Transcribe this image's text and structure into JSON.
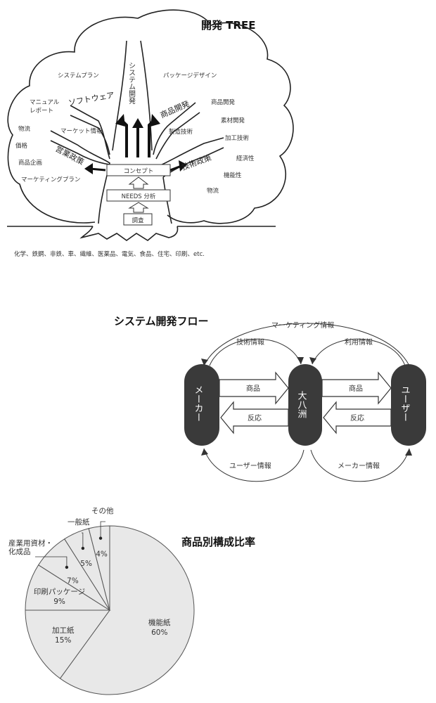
{
  "tree": {
    "title": "開発 TREE",
    "trunk": "システム開発",
    "branches": {
      "software": "ソフトウェア",
      "product_dev": "商品開発",
      "sales_policy": "営業政策",
      "tech_policy": "技術政策"
    },
    "canopy_labels": {
      "system_plan": "システムプラン",
      "package_design": "パッケージデザイン",
      "manual": "マニュアル",
      "report": "レポート",
      "logistics_left": "物流",
      "price": "価格",
      "product_planning": "商品企画",
      "marketing_plan": "マーケティングプラン",
      "market_info": "マーケット情報",
      "product_dev_r": "商品開発",
      "material_dev": "素材開発",
      "processing_tech": "加工技術",
      "manufacturing_tech": "製造技術",
      "economy": "経済性",
      "functionality": "機能性",
      "logistics_right": "物流"
    },
    "boxes": {
      "concept": "コンセプト",
      "needs": "NEEDS 分析",
      "survey": "調査"
    },
    "roots_caption": "化学、鉄鋼、非鉄、車、繊維、医薬品、電気、食品、住宅、印刷、etc."
  },
  "flow": {
    "title": "システム開発フロー",
    "nodes": {
      "maker": "メーカー",
      "center": "大八洲",
      "user": "ユーザー"
    },
    "arrows": {
      "marketing_info": "マーケティング情報",
      "tech_info": "技術情報",
      "usage_info": "利用情報",
      "product_left": "商品",
      "product_right": "商品",
      "reaction_left": "反応",
      "reaction_right": "反応",
      "user_info": "ユーザー情報",
      "maker_info": "メーカー情報"
    }
  },
  "pie": {
    "title": "商品別構成比率",
    "colors": {
      "fill": "#e8e8e8",
      "stroke": "#555555"
    }
  },
  "chart_data": {
    "type": "pie",
    "title": "商品別構成比率",
    "slices": [
      {
        "label": "機能紙",
        "value": 60,
        "value_label": "60%"
      },
      {
        "label": "加工紙",
        "value": 15,
        "value_label": "15%"
      },
      {
        "label": "印刷パッケージ",
        "value": 9,
        "value_label": "9%"
      },
      {
        "label_line1": "産業用資材・",
        "label_line2": "化成品",
        "value": 7,
        "value_label": "7%"
      },
      {
        "label": "一般紙",
        "value": 5,
        "value_label": "5%"
      },
      {
        "label": "その他",
        "value": 4,
        "value_label": "4%"
      }
    ]
  }
}
